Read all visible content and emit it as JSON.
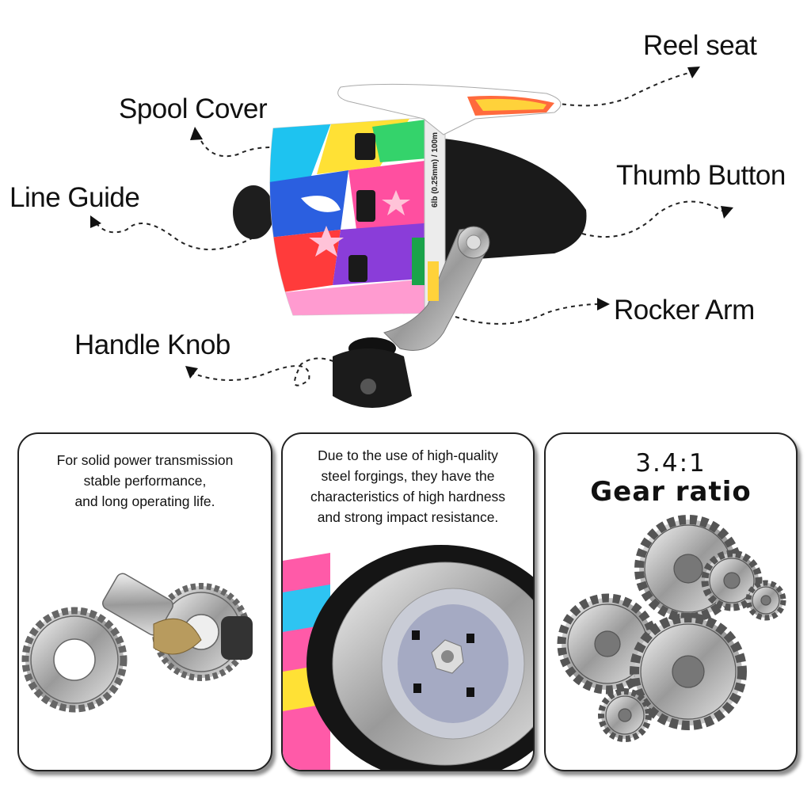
{
  "callouts": {
    "reel_seat": "Reel seat",
    "spool_cover": "Spool Cover",
    "thumb_button": "Thumb Button",
    "line_guide": "Line Guide",
    "rocker_arm": "Rocker Arm",
    "handle_knob": "Handle Knob"
  },
  "reel_marking": "6lb (0.25mm) / 100m",
  "cards": {
    "gears": {
      "line1": "For solid power transmission",
      "line2": "stable performance,",
      "line3": "and long operating life."
    },
    "forgings": {
      "line1": "Due to the use of high-quality",
      "line2": "steel forgings, they have the",
      "line3": "characteristics of high hardness",
      "line4": "and strong impact resistance."
    },
    "ratio": {
      "value": "3.4:1",
      "label": "Gear ratio"
    }
  }
}
